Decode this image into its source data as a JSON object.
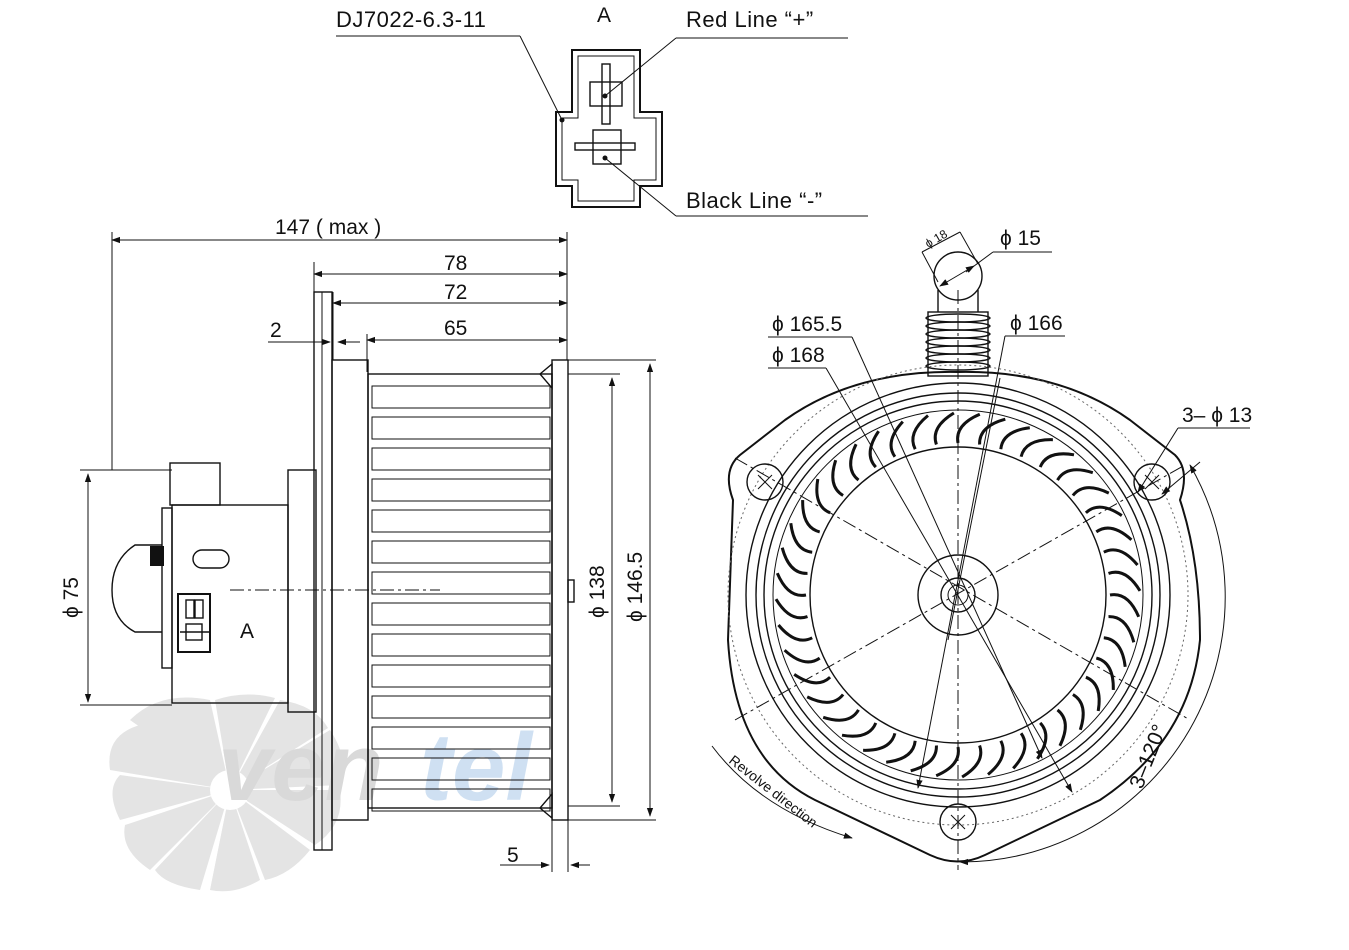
{
  "connector": {
    "view_label": "A",
    "part_number": "DJ7022-6.3-11",
    "red_line": "Red Line “+”",
    "black_line": "Black Line “-”"
  },
  "side_view": {
    "dim_total": "147 ( max )",
    "dim_78": "78",
    "dim_72": "72",
    "dim_65": "65",
    "dim_2": "2",
    "dim_5": "5",
    "dim_motor_dia": "ϕ 75",
    "dim_wheel_dia": "ϕ 138",
    "dim_flange_dia": "ϕ 146.5",
    "view_marker": "A"
  },
  "front_view": {
    "dim_phi18": "ϕ 18",
    "dim_phi15": "ϕ 15",
    "dim_phi165_5": "ϕ 165.5",
    "dim_phi168": "ϕ 168",
    "dim_phi166": "ϕ 166",
    "dim_holes": "3– ϕ 13",
    "dim_angle": "3–120°",
    "rotation_note": "Revolve direction"
  },
  "watermark": {
    "brand_a": "ven",
    "brand_b": "tel"
  },
  "colors": {
    "ink": "#111111",
    "watermark_grey": "#d9d9d9",
    "watermark_blue": "#cfe0f2"
  }
}
